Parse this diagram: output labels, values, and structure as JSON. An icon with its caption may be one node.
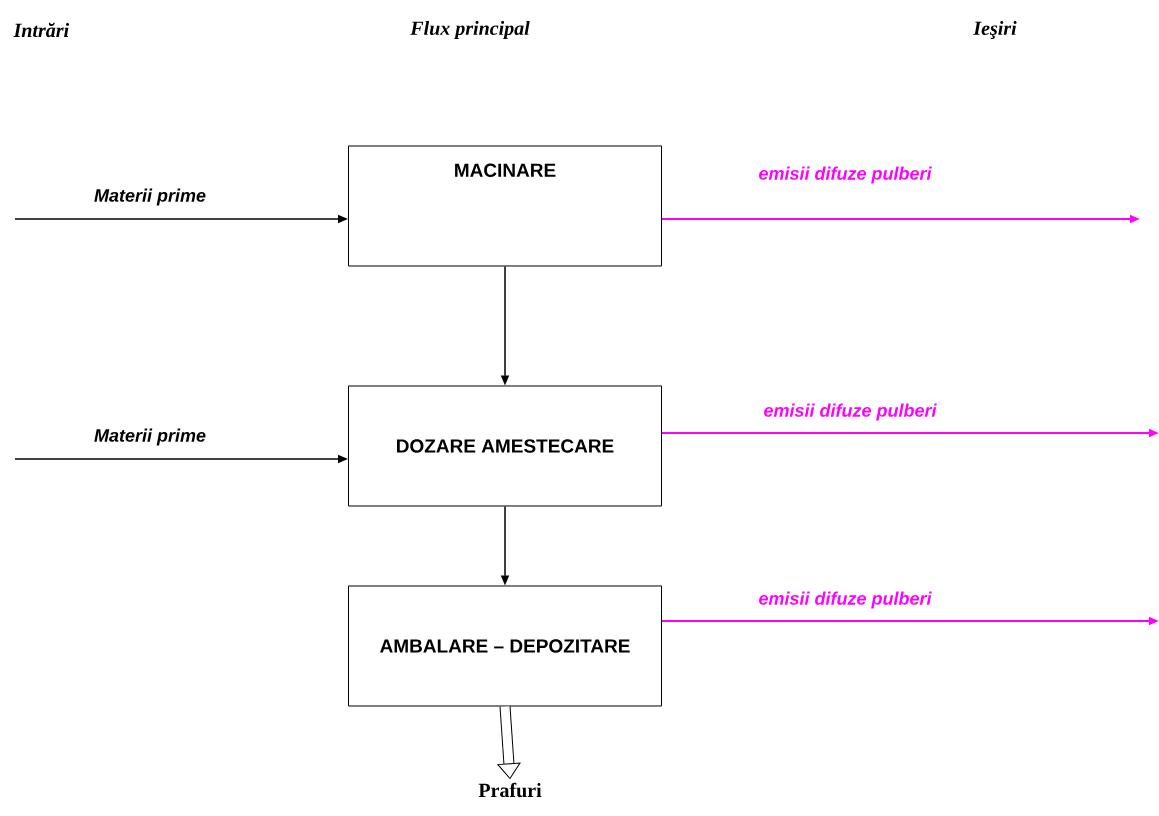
{
  "diagram": {
    "nodes": [
      {
        "text": [
          "MACINARE"
        ]
      },
      {
        "text": [
          "DOZARE AMESTECARE"
        ]
      },
      {
        "text": [
          "AMBALARE – DEPOZITARE"
        ]
      },
      {
        "text": [
          "Prafuri"
        ]
      }
    ],
    "edges": [
      {
        "from": null,
        "to": 0,
        "arrow": "to",
        "label": "Materii prime"
      },
      {
        "from": 0,
        "to": null,
        "arrow": "to",
        "label": "emisii difuze  pulberi",
        "color": "#ff00ff"
      },
      {
        "from": 0,
        "to": 1,
        "arrow": "to"
      },
      {
        "from": null,
        "to": 1,
        "arrow": "to",
        "label": "Materii prime"
      },
      {
        "from": 1,
        "to": null,
        "arrow": "to",
        "label": "emisii difuze  pulberi",
        "color": "#ff00ff"
      },
      {
        "from": 1,
        "to": 2,
        "arrow": "to"
      },
      {
        "from": 2,
        "to": null,
        "arrow": "to",
        "label": "emisii difuze pulberi",
        "color": "#ff00ff"
      },
      {
        "from": 2,
        "to": 3,
        "arrow": "to",
        "style": "thick"
      }
    ],
    "labels": [
      "Intrări",
      "Flux principal",
      "Ieşiri"
    ]
  }
}
